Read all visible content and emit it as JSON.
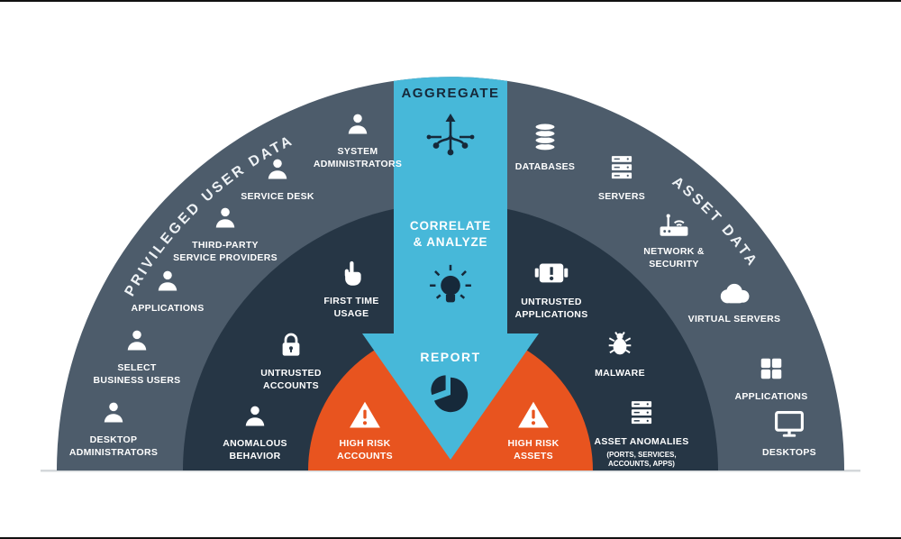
{
  "colors": {
    "outer_ring": "#4d5c6b",
    "middle_ring": "#263645",
    "inner_ring": "#e8541f",
    "flow_band": "#47b8d9",
    "accent_text": "#16293a",
    "text": "#ffffff"
  },
  "arc_labels": {
    "left": "PRIVILEGED USER DATA",
    "right": "ASSET DATA"
  },
  "flow": {
    "aggregate": "AGGREGATE",
    "correlate": "CORRELATE\n& ANALYZE",
    "report": "REPORT"
  },
  "outer_left": [
    {
      "label": "SYSTEM\nADMINISTRATORS",
      "icon": "person"
    },
    {
      "label": "SERVICE DESK",
      "icon": "person"
    },
    {
      "label": "THIRD-PARTY\nSERVICE PROVIDERS",
      "icon": "person"
    },
    {
      "label": "APPLICATIONS",
      "icon": "person"
    },
    {
      "label": "SELECT\nBUSINESS USERS",
      "icon": "person"
    },
    {
      "label": "DESKTOP\nADMINISTRATORS",
      "icon": "person"
    }
  ],
  "outer_right": [
    {
      "label": "DATABASES",
      "icon": "databases"
    },
    {
      "label": "SERVERS",
      "icon": "servers"
    },
    {
      "label": "NETWORK &\nSECURITY",
      "icon": "network"
    },
    {
      "label": "VIRTUAL SERVERS",
      "icon": "cloud"
    },
    {
      "label": "APPLICATIONS",
      "icon": "app-grid"
    },
    {
      "label": "DESKTOPS",
      "icon": "desktop"
    }
  ],
  "middle_left": [
    {
      "label": "FIRST TIME\nUSAGE",
      "icon": "pointing-finger"
    },
    {
      "label": "UNTRUSTED\nACCOUNTS",
      "icon": "lock"
    },
    {
      "label": "ANOMALOUS\nBEHAVIOR",
      "icon": "person"
    }
  ],
  "middle_right": [
    {
      "label": "UNTRUSTED\nAPPLICATIONS",
      "icon": "alert-app"
    },
    {
      "label": "MALWARE",
      "icon": "bug"
    },
    {
      "label": "ASSET ANOMALIES",
      "sub": "(PORTS, SERVICES,\nACCOUNTS, APPS)",
      "icon": "server-stack"
    }
  ],
  "inner": [
    {
      "label": "HIGH RISK\nACCOUNTS",
      "icon": "warning-triangle"
    },
    {
      "label": "HIGH RISK\nASSETS",
      "icon": "warning-triangle"
    }
  ]
}
